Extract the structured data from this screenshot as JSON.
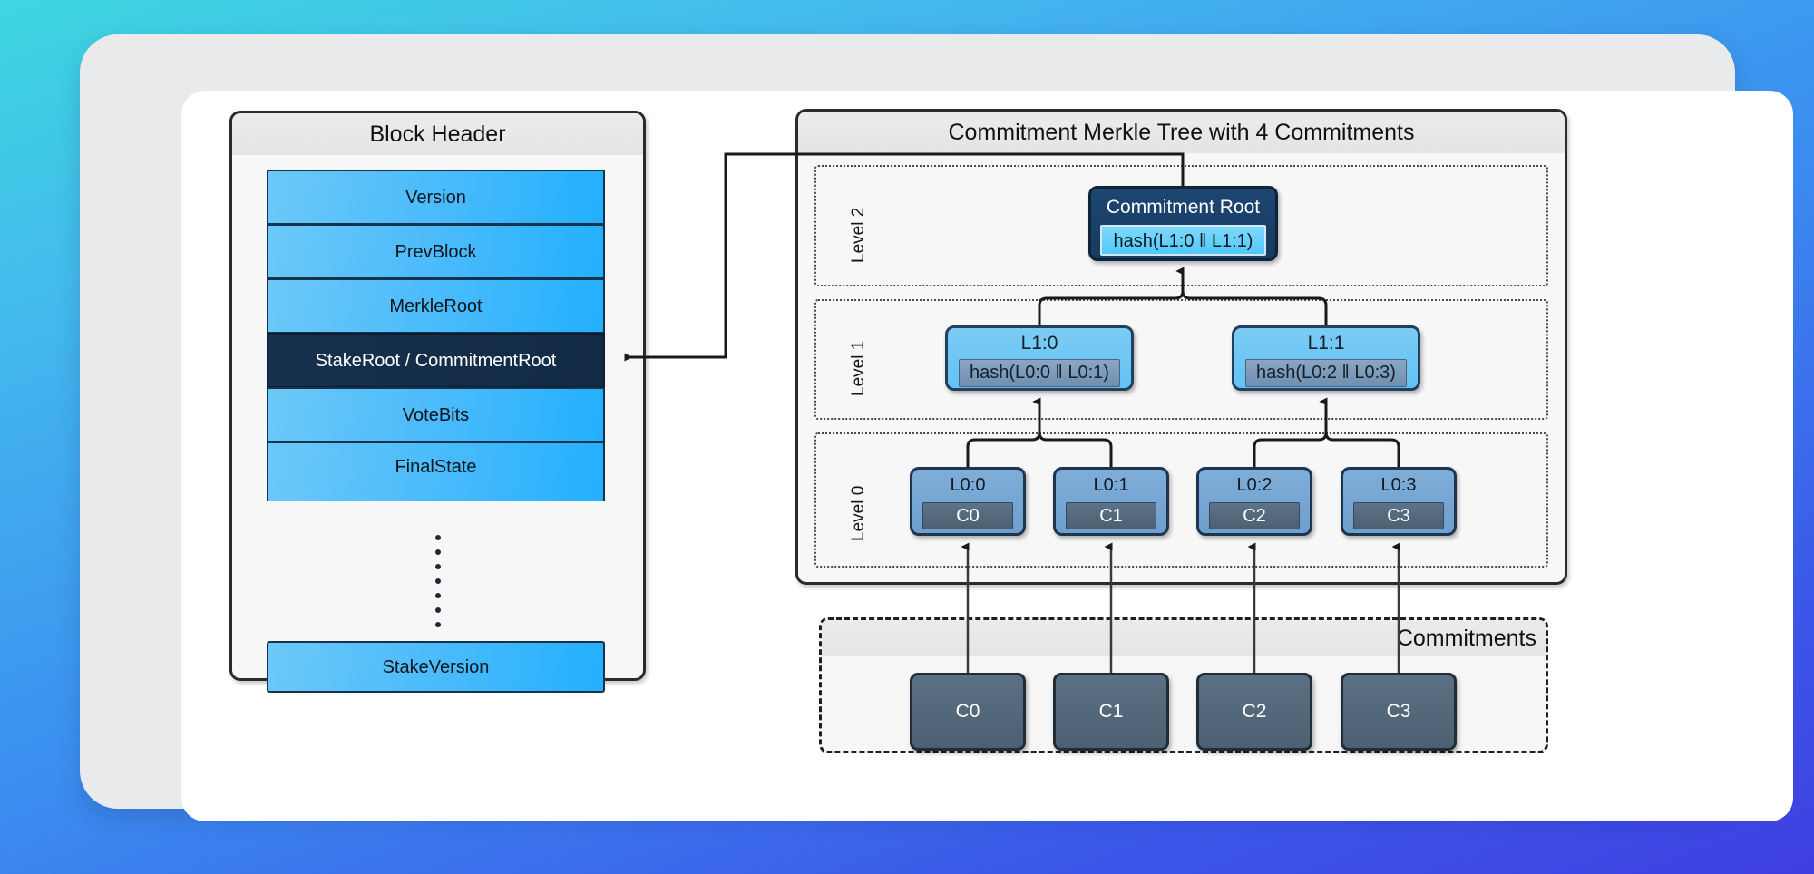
{
  "diagram": {
    "title_block_header": "Block Header",
    "title_merkle_tree": "Commitment Merkle Tree with 4 Commitments",
    "commitments_label": "Commitments"
  },
  "block_header": {
    "fields": [
      {
        "label": "Version",
        "style": "normal"
      },
      {
        "label": "PrevBlock",
        "style": "normal"
      },
      {
        "label": "MerkleRoot",
        "style": "normal"
      },
      {
        "label": "StakeRoot / CommitmentRoot",
        "style": "highlighted"
      },
      {
        "label": "VoteBits",
        "style": "normal"
      },
      {
        "label": "FinalState",
        "style": "torn"
      }
    ],
    "ellipsis": "vertical-dots",
    "last_field": "StakeVersion"
  },
  "merkle_tree": {
    "levels": [
      {
        "name": "Level 2"
      },
      {
        "name": "Level 1"
      },
      {
        "name": "Level 0"
      }
    ],
    "level2_nodes": [
      {
        "title": "Commitment Root",
        "sub": "hash(L1:0 ǁ L1:1)"
      }
    ],
    "level1_nodes": [
      {
        "title": "L1:0",
        "sub": "hash(L0:0 ǁ L0:1)"
      },
      {
        "title": "L1:1",
        "sub": "hash(L0:2 ǁ L0:3)"
      }
    ],
    "level0_nodes": [
      {
        "title": "L0:0",
        "sub": "C0"
      },
      {
        "title": "L0:1",
        "sub": "C1"
      },
      {
        "title": "L0:2",
        "sub": "C2"
      },
      {
        "title": "L0:3",
        "sub": "C3"
      }
    ]
  },
  "commitments": {
    "boxes": [
      {
        "label": "C0"
      },
      {
        "label": "C1"
      },
      {
        "label": "C2"
      },
      {
        "label": "C3"
      }
    ]
  },
  "colors": {
    "background_gradient_start": "#3ed7e0",
    "background_gradient_end": "#3f3fe0",
    "header_field_blue": "#47bafc",
    "header_field_highlight": "#16304d",
    "level2_node": "#1d4672",
    "level1_node": "#63c3f5",
    "level0_node": "#6e9fce",
    "commitment_box": "#4c6073",
    "connector": "#1a1a1a"
  }
}
